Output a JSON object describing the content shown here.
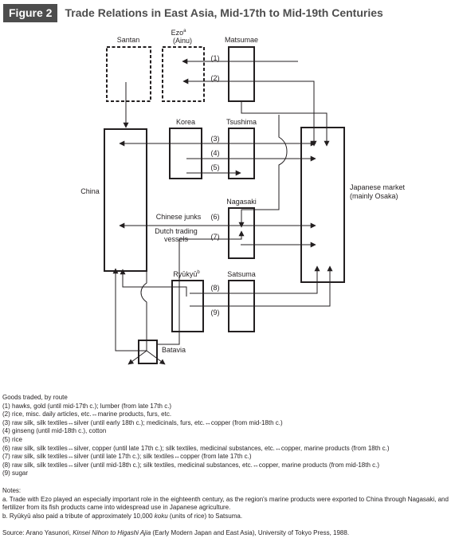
{
  "figure": {
    "badge": "Figure 2",
    "title": "Trade Relations in East Asia, Mid-17th to Mid-19th Centuries"
  },
  "diagram": {
    "nodes": {
      "santan": "Santan",
      "ezo": "Ezo",
      "ezo_sup": "a",
      "ezo_sub": "(Ainu)",
      "matsumae": "Matsumae",
      "korea": "Korea",
      "tsushima": "Tsushima",
      "china": "China",
      "japan_1": "Japanese market",
      "japan_2": "(mainly Osaka)",
      "nagasaki": "Nagasaki",
      "ryukyu": "Ryūkyū",
      "ryukyu_sup": "b",
      "satsuma": "Satsuma",
      "batavia": "Batavia"
    },
    "labels": {
      "chinese_junks": "Chinese junks",
      "dutch_1": "Dutch trading",
      "dutch_2": "vessels"
    },
    "routes": [
      "(1)",
      "(2)",
      "(3)",
      "(4)",
      "(5)",
      "(6)",
      "(7)",
      "(8)",
      "(9)"
    ]
  },
  "goods": {
    "heading": "Goods traded, by route",
    "items": [
      "(1) hawks, gold (until mid-17th c.); lumber (from late 17th c.)",
      "(2) rice, misc. daily articles, etc.↔marine products, furs, etc.",
      "(3) raw silk, silk textiles↔silver (until early 18th c.); medicinals, furs, etc.↔copper (from mid-18th c.)",
      "(4) ginseng (until mid-18th c.), cotton",
      "(5) rice",
      "(6) raw silk, silk textiles↔silver, copper (until late 17th c.); silk textiles, medicinal substances, etc.↔copper, marine products (from 18th c.)",
      "(7) raw silk, silk textiles↔silver (until late 17th c.); silk textiles↔copper (from late 17th c.)",
      "(8) raw silk, silk textiles↔silver (until mid-18th c.); silk textiles, medicinal substances, etc.↔copper, marine products (from mid-18th c.)",
      "(9) sugar"
    ]
  },
  "notes": {
    "heading": "Notes:",
    "a": "a. Trade with Ezo played an especially important role in the eighteenth century, as the region's marine products were exported to China through Nagasaki, and fertilizer from its fish products came into widespread use in Japanese agriculture.",
    "b_pre": "b. Ryūkyū also paid a tribute of approximately 10,000 ",
    "b_em": "koku",
    "b_post": " (units of rice) to Satsuma."
  },
  "source": {
    "pre": "Source: Arano Yasunori, ",
    "em": "Kinsei Nihon to Higashi Ajia",
    "post": " (Early Modern Japan and East Asia), University of Tokyo Press, 1988."
  }
}
